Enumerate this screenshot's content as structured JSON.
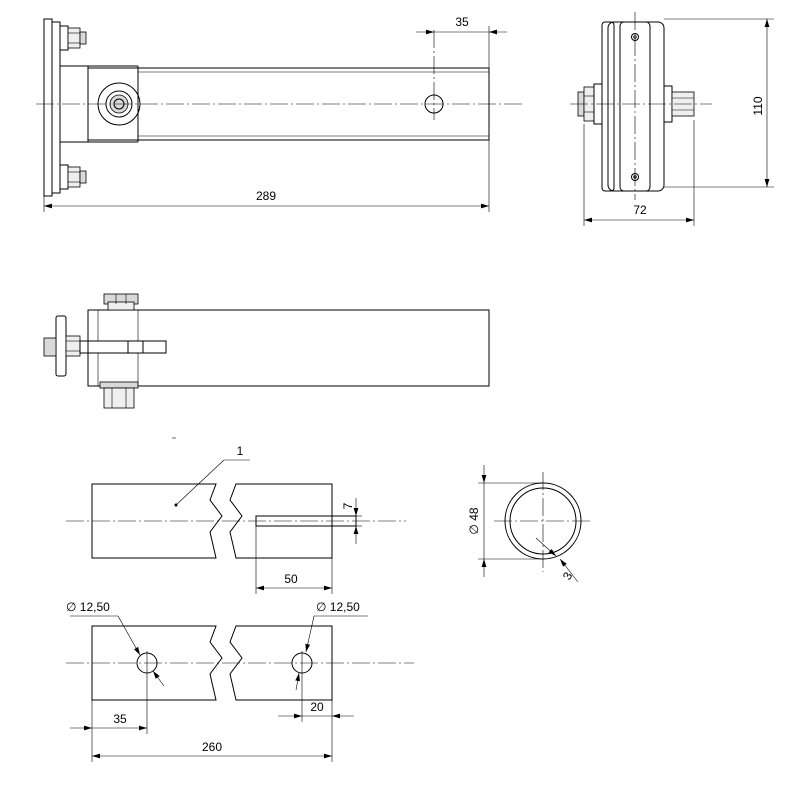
{
  "drawing": {
    "dim_top_hole_offset": "35",
    "dim_top_length": "289",
    "dim_side_height": "110",
    "dim_side_width": "72",
    "part_number": "1",
    "dim_slot_width": "7",
    "dim_slot_length": "50",
    "dim_tube_diameter": "∅ 48",
    "dim_wall_thickness": "3",
    "dim_hole_left_diameter": "∅ 12,50",
    "dim_hole_right_diameter": "∅ 12,50",
    "dim_hole_left_offset": "35",
    "dim_hole_right_offset": "20",
    "dim_total_length": "260"
  }
}
